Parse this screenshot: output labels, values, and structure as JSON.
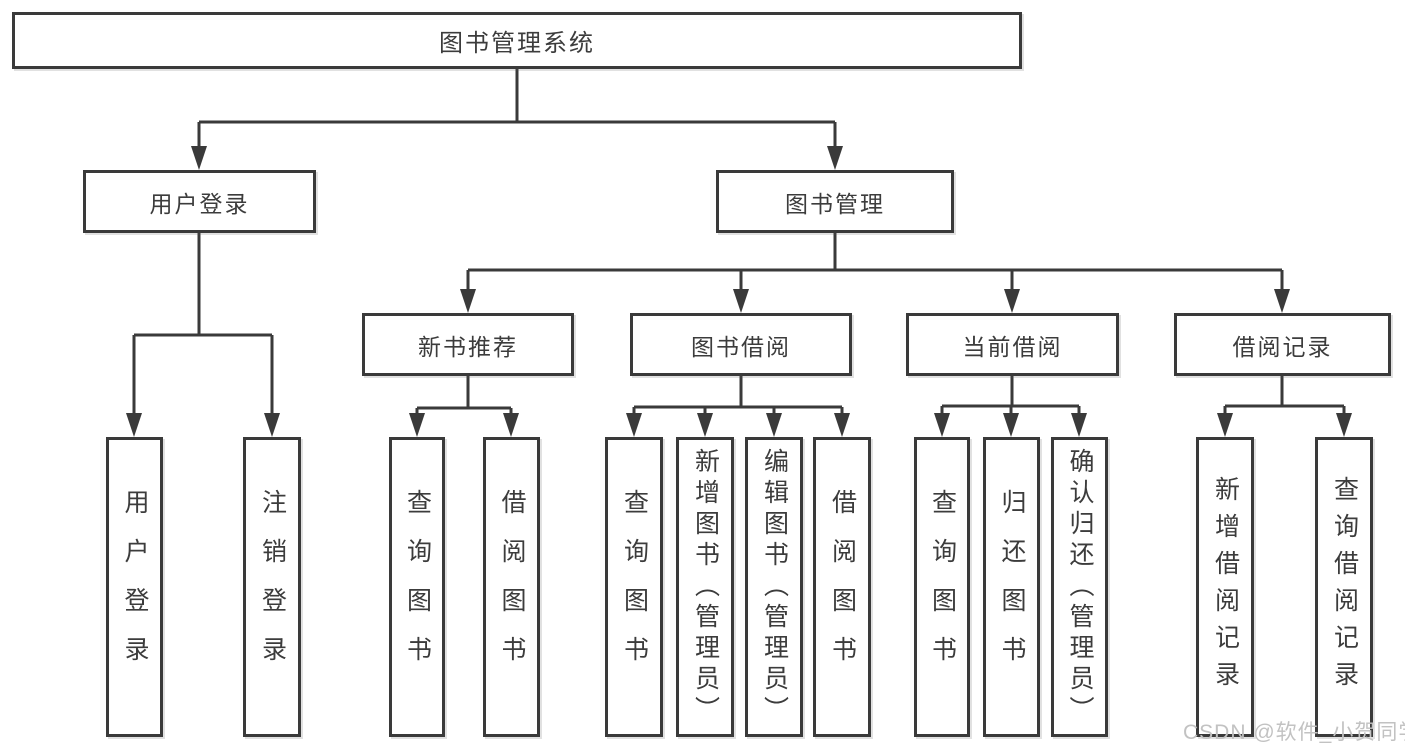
{
  "tree": {
    "root": "图书管理系统",
    "children": [
      {
        "label": "用户登录",
        "children": [
          {
            "label": "用户登录"
          },
          {
            "label": "注销登录"
          }
        ]
      },
      {
        "label": "图书管理",
        "children": [
          {
            "label": "新书推荐",
            "children": [
              {
                "label": "查询图书"
              },
              {
                "label": "借阅图书"
              }
            ]
          },
          {
            "label": "图书借阅",
            "children": [
              {
                "label": "查询图书"
              },
              {
                "label": "新增图书（管理员）"
              },
              {
                "label": "编辑图书（管理员）"
              },
              {
                "label": "借阅图书"
              }
            ]
          },
          {
            "label": "当前借阅",
            "children": [
              {
                "label": "查询图书"
              },
              {
                "label": "归还图书"
              },
              {
                "label": "确认归还（管理员）"
              }
            ]
          },
          {
            "label": "借阅记录",
            "children": [
              {
                "label": "新增借阅记录"
              },
              {
                "label": "查询借阅记录"
              }
            ]
          }
        ]
      }
    ]
  },
  "watermark": "CSDN @软件_小贺同学",
  "colors": {
    "line": "#3a3a3a",
    "text": "#3c3c3c",
    "box_background": "#ffffff",
    "page_background": "#ffffff",
    "watermark": "#c2c2c2"
  }
}
